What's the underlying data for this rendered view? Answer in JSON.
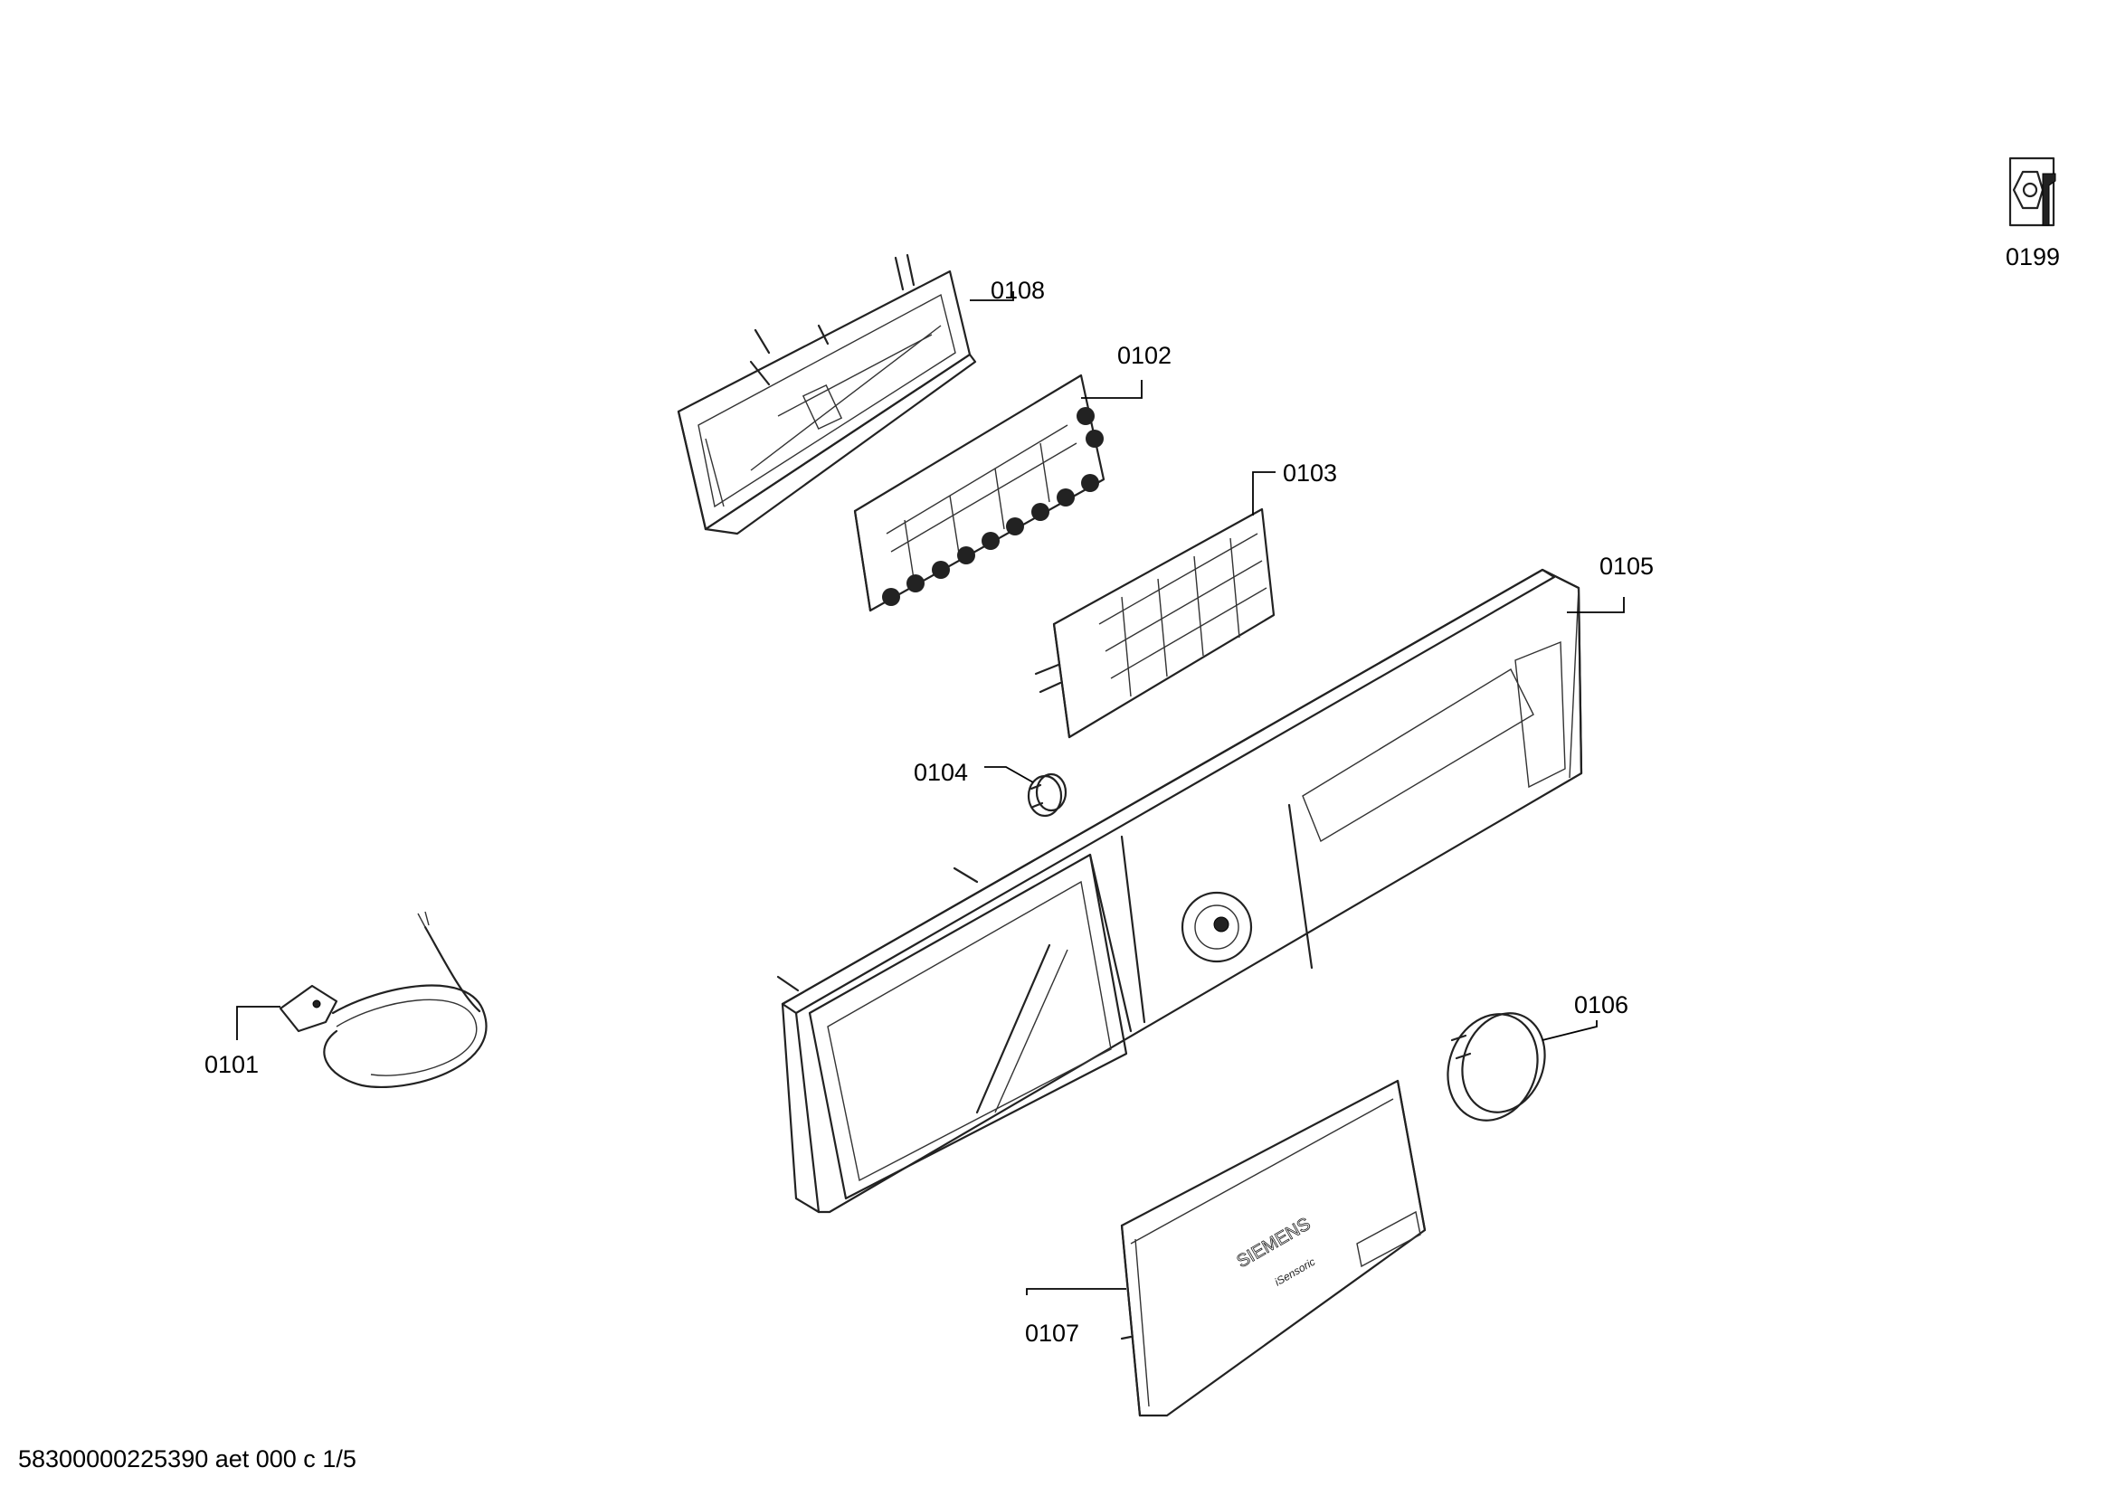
{
  "labels": {
    "p0101": "0101",
    "p0102": "0102",
    "p0103": "0103",
    "p0104": "0104",
    "p0105": "0105",
    "p0106": "0106",
    "p0107": "0107",
    "p0108": "0108",
    "p0199": "0199"
  },
  "brand": {
    "logo": "SIEMENS",
    "model": "iSensoric"
  },
  "footer": {
    "doc_id": "58300000225390 aet 000 c 1/5"
  }
}
